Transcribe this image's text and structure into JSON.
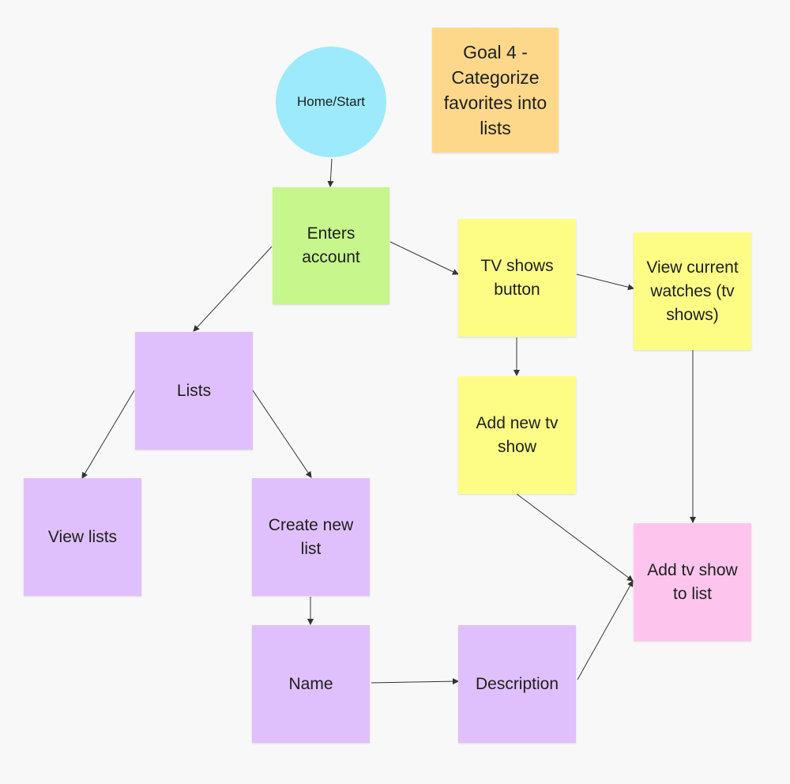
{
  "colors": {
    "background": "#f8f8f8",
    "start": "#9ceafb",
    "goal": "#fdd88a",
    "green": "#c6f68c",
    "yellow": "#fdfd86",
    "purple": "#e0c0fc",
    "pink": "#fdc5ee",
    "line": "#333333"
  },
  "nodes": {
    "home": "Home/Start",
    "goal": "Goal 4 -\nCategorize\nfavorites into\nlists",
    "enters_account": "Enters\naccount",
    "tv_shows_button": "TV shows\nbutton",
    "view_current": "View current\nwatches (tv\nshows)",
    "lists": "Lists",
    "add_new_tv_show": "Add new tv\nshow",
    "view_lists": "View lists",
    "create_new_list": "Create new\nlist",
    "add_tv_show_to_list": "Add tv show\nto list",
    "name": "Name",
    "description": "Description"
  }
}
